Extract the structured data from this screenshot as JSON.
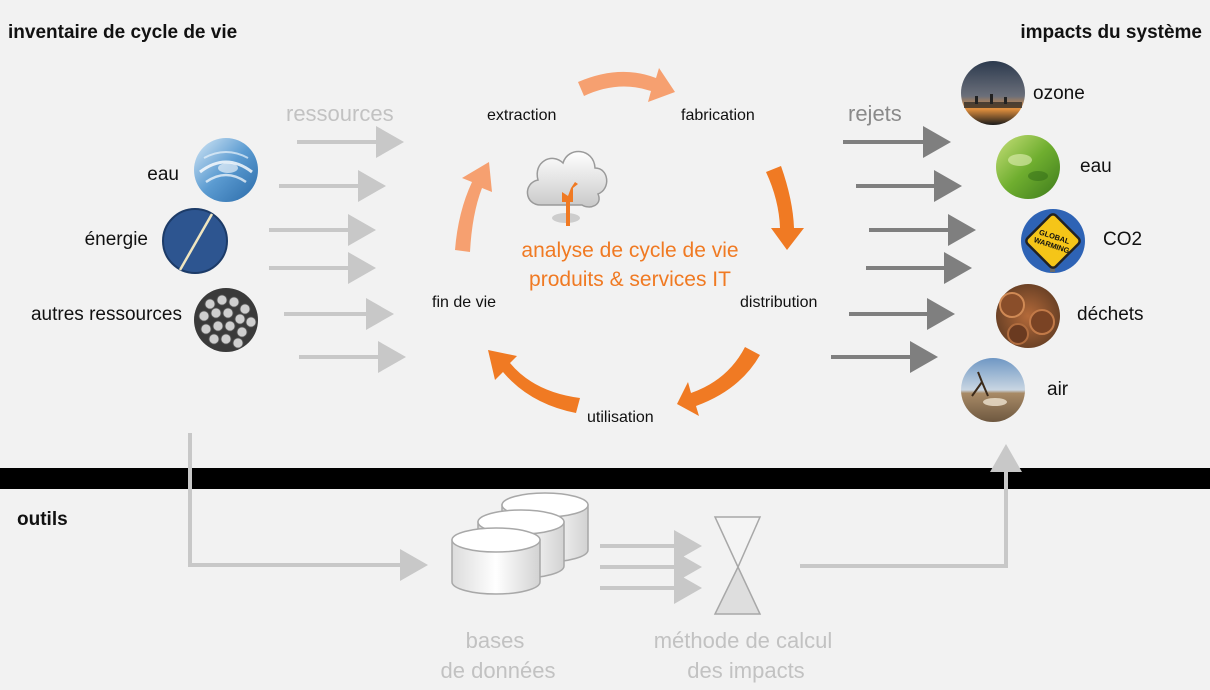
{
  "headings": {
    "inventory": "inventaire de cycle de vie",
    "impacts": "impacts  du système",
    "tools": "outils"
  },
  "flows": {
    "resources": "ressources",
    "releases": "rejets"
  },
  "resources": [
    {
      "label": "eau",
      "icon": "water-swirl-icon"
    },
    {
      "label": "énergie",
      "icon": "solar-panel-icon"
    },
    {
      "label": "autres ressources",
      "icon": "metal-rods-icon"
    }
  ],
  "cycle": {
    "center_line1": "analyse de cycle de vie",
    "center_line2": "produits & services IT",
    "stages": {
      "extraction": "extraction",
      "fabrication": "fabrication",
      "distribution": "distribution",
      "utilisation": "utilisation",
      "end_of_life": "fin de vie"
    }
  },
  "impacts": [
    {
      "label": "ozone",
      "icon": "ozone-sky-icon"
    },
    {
      "label": "eau",
      "icon": "polluted-water-icon"
    },
    {
      "label": "CO2",
      "icon": "global-warming-sign-icon"
    },
    {
      "label": "déchets",
      "icon": "rusty-barrels-icon"
    },
    {
      "label": "air",
      "icon": "air-landscape-icon"
    }
  ],
  "badge": {
    "line1": "GLOBAL",
    "line2": "WARMING"
  },
  "tools": {
    "databases_line1": "bases",
    "databases_line2": "de données",
    "method_line1": "méthode de calcul",
    "method_line2": "des impacts"
  },
  "colors": {
    "accent": "#f07a23",
    "accent_light": "#f6a070",
    "arrow_light": "#c8c8c8",
    "arrow_dark": "#7f7f7f",
    "faded_text": "#c2c2c2",
    "band": "#000000",
    "background": "#f2f2f2"
  }
}
